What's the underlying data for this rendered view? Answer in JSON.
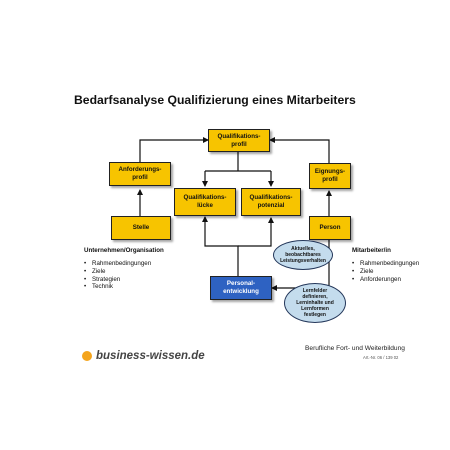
{
  "document": {
    "title": "Bedarfsanalyse Qualifizierung eines Mitarbeiters"
  },
  "diagram": {
    "nodes": {
      "qualifikationsprofil": [
        "Qualifikations-",
        "profil"
      ],
      "anforderungsprofil": [
        "Anforderungs-",
        "profil"
      ],
      "qualifikationsluecke": [
        "Qualifikations-",
        "lücke"
      ],
      "qualifikationspotenzial": [
        "Qualifikations-",
        "potenzial"
      ],
      "eignungsprofil": [
        "Eignungs-",
        "profil"
      ],
      "stelle": "Stelle",
      "person": "Person",
      "personalentwicklung": [
        "Personal-",
        "entwicklung"
      ],
      "aktuelles_verhalten": [
        "Aktuelles,",
        "beobachtbares",
        "Leistungsverhalten"
      ],
      "lernfelder": [
        "Lernfelder",
        "definieren,",
        "Lerninhalte und",
        "Lernformen",
        "festlegen"
      ]
    },
    "left_section": {
      "heading": "Unternehmen/Organisation",
      "items": [
        "Rahmenbedingungen",
        "Ziele",
        "Strategien",
        "Technik"
      ]
    },
    "right_section": {
      "heading": "Mitarbeiter/in",
      "items": [
        "Rahmenbedingungen",
        "Ziele",
        "Anforderungen"
      ]
    },
    "colors": {
      "box_fill": "#f7c400",
      "blue_box_fill": "#2e62c2",
      "ellipse_fill": "#c4dced",
      "arrow": "#111111"
    }
  },
  "footer": {
    "brand": "business-wissen.de",
    "right_text": "Berufliche Fort- und Weiterbildung",
    "small_text": "Art.-Nr. 06 / 139 02"
  }
}
